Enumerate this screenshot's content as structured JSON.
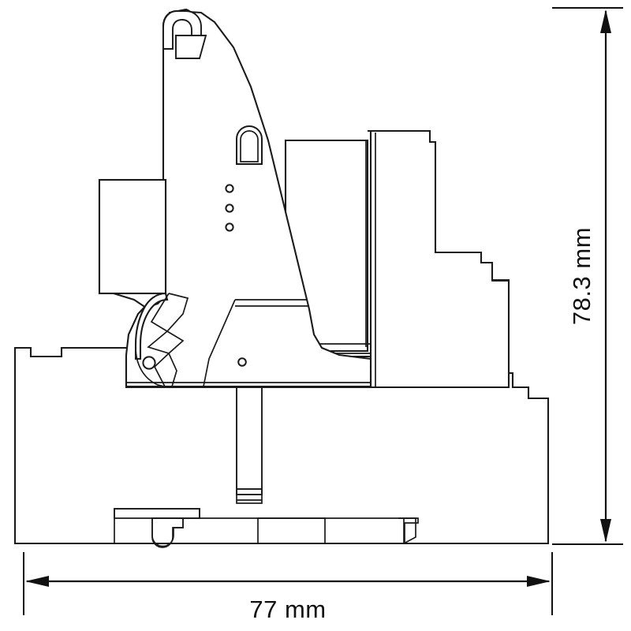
{
  "drawing": {
    "title": "Relay module side-view dimension drawing",
    "view": "side elevation",
    "background_color": "#ffffff",
    "line_color": "#1a1a1a",
    "dimensions": {
      "height": {
        "label": "78.3 mm",
        "value": 78.3,
        "unit": "mm",
        "orientation": "vertical",
        "position": "right"
      },
      "width": {
        "label": "77 mm",
        "value": 77,
        "unit": "mm",
        "orientation": "horizontal",
        "position": "bottom"
      }
    },
    "features": {
      "led_holes_count": 3,
      "test_button_slot": "rounded-rectangle-slot",
      "din_rail_clip": "bottom-release-clip",
      "release_lever": "left-side-lever",
      "screw_hole_large": "left-pivot-hole",
      "screw_hole_small": "center-pivot-hole",
      "center_shaft": "vertical-pin"
    }
  }
}
